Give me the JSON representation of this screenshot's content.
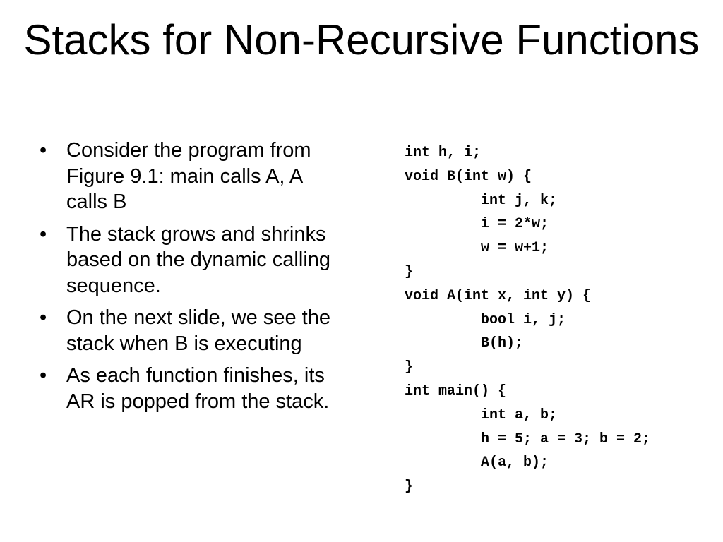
{
  "slide": {
    "title": "Stacks for Non-Recursive Functions",
    "bullet_symbol": "•",
    "bullets": [
      "Consider the program from Figure 9.1: main calls A, A calls B",
      "The stack grows and shrinks based on the dynamic calling sequence.",
      "On the next slide, we see the stack when B is executing",
      "As each function finishes, its AR is popped from the stack."
    ],
    "code_lines": [
      "int h, i;",
      "void B(int w) {",
      "int j, k;",
      "i = 2*w;",
      "w = w+1;",
      "}",
      "void A(int x, int y) {",
      "bool i, j;",
      "B(h);",
      "}",
      "int main() {",
      "int a, b;",
      "h = 5; a = 3; b = 2;",
      "A(a, b);",
      "}"
    ]
  }
}
